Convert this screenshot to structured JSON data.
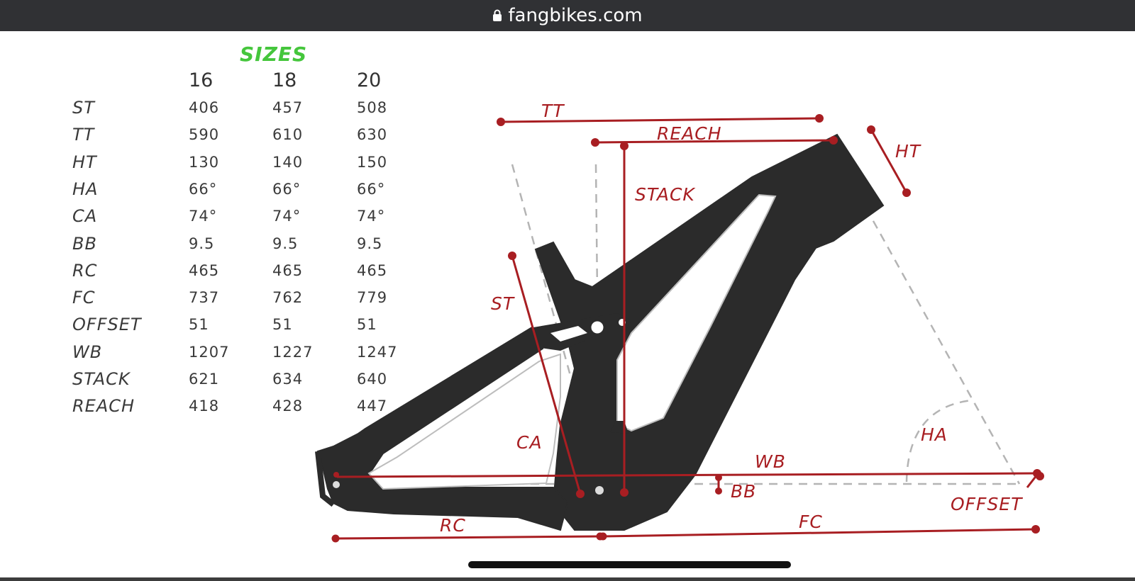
{
  "browser": {
    "url": "fangbikes.com",
    "lock_icon": "lock-icon"
  },
  "geometry": {
    "title": "SIZES",
    "title_color": "#45c63c",
    "sizes": [
      "16",
      "18",
      "20"
    ],
    "rows": [
      {
        "label": "ST",
        "values": [
          "406",
          "457",
          "508"
        ]
      },
      {
        "label": "TT",
        "values": [
          "590",
          "610",
          "630"
        ]
      },
      {
        "label": "HT",
        "values": [
          "130",
          "140",
          "150"
        ]
      },
      {
        "label": "HA",
        "values": [
          "66°",
          "66°",
          "66°"
        ]
      },
      {
        "label": "CA",
        "values": [
          "74°",
          "74°",
          "74°"
        ]
      },
      {
        "label": "BB",
        "values": [
          "9.5",
          "9.5",
          "9.5"
        ]
      },
      {
        "label": "RC",
        "values": [
          "465",
          "465",
          "465"
        ]
      },
      {
        "label": "FC",
        "values": [
          "737",
          "762",
          "779"
        ]
      },
      {
        "label": "OFFSET",
        "values": [
          "51",
          "51",
          "51"
        ]
      },
      {
        "label": "WB",
        "values": [
          "1207",
          "1227",
          "1247"
        ]
      },
      {
        "label": "STACK",
        "values": [
          "621",
          "634",
          "640"
        ]
      },
      {
        "label": "REACH",
        "values": [
          "418",
          "428",
          "447"
        ]
      }
    ]
  },
  "diagram": {
    "accent_color": "#a81e22",
    "frame_color": "#2b2b2b",
    "labels": {
      "tt": "TT",
      "reach": "REACH",
      "ht": "HT",
      "stack": "STACK",
      "st": "ST",
      "ca": "CA",
      "ha": "HA",
      "wb": "WB",
      "bb": "BB",
      "offset": "OFFSET",
      "rc": "RC",
      "fc": "FC"
    }
  }
}
